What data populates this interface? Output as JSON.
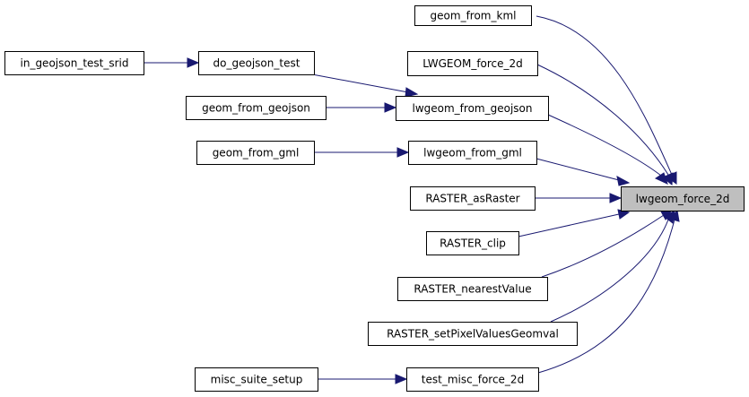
{
  "diagram": {
    "type": "call-graph",
    "colors": {
      "edge": "#191970",
      "focus_fill": "#bfbfbf",
      "node_fill": "#ffffff",
      "node_border": "#000000"
    },
    "nodes": [
      {
        "id": "lwgeom_force_2d",
        "label": "lwgeom_force_2d",
        "focus": true
      },
      {
        "id": "geom_from_kml",
        "label": "geom_from_kml"
      },
      {
        "id": "LWGEOM_force_2d",
        "label": "LWGEOM_force_2d"
      },
      {
        "id": "lwgeom_from_geojson",
        "label": "lwgeom_from_geojson"
      },
      {
        "id": "lwgeom_from_gml",
        "label": "lwgeom_from_gml"
      },
      {
        "id": "RASTER_asRaster",
        "label": "RASTER_asRaster"
      },
      {
        "id": "RASTER_clip",
        "label": "RASTER_clip"
      },
      {
        "id": "RASTER_nearestValue",
        "label": "RASTER_nearestValue"
      },
      {
        "id": "RASTER_setPixelValuesGeomval",
        "label": "RASTER_setPixelValuesGeomval"
      },
      {
        "id": "test_misc_force_2d",
        "label": "test_misc_force_2d"
      },
      {
        "id": "do_geojson_test",
        "label": "do_geojson_test"
      },
      {
        "id": "geom_from_geojson",
        "label": "geom_from_geojson"
      },
      {
        "id": "geom_from_gml",
        "label": "geom_from_gml"
      },
      {
        "id": "misc_suite_setup",
        "label": "misc_suite_setup"
      },
      {
        "id": "in_geojson_test_srid",
        "label": "in_geojson_test_srid"
      }
    ],
    "edges": [
      {
        "from": "geom_from_kml",
        "to": "lwgeom_force_2d"
      },
      {
        "from": "LWGEOM_force_2d",
        "to": "lwgeom_force_2d"
      },
      {
        "from": "lwgeom_from_geojson",
        "to": "lwgeom_force_2d"
      },
      {
        "from": "lwgeom_from_gml",
        "to": "lwgeom_force_2d"
      },
      {
        "from": "RASTER_asRaster",
        "to": "lwgeom_force_2d"
      },
      {
        "from": "RASTER_clip",
        "to": "lwgeom_force_2d"
      },
      {
        "from": "RASTER_nearestValue",
        "to": "lwgeom_force_2d"
      },
      {
        "from": "RASTER_setPixelValuesGeomval",
        "to": "lwgeom_force_2d"
      },
      {
        "from": "test_misc_force_2d",
        "to": "lwgeom_force_2d"
      },
      {
        "from": "do_geojson_test",
        "to": "lwgeom_from_geojson"
      },
      {
        "from": "geom_from_geojson",
        "to": "lwgeom_from_geojson"
      },
      {
        "from": "geom_from_gml",
        "to": "lwgeom_from_gml"
      },
      {
        "from": "misc_suite_setup",
        "to": "test_misc_force_2d"
      },
      {
        "from": "in_geojson_test_srid",
        "to": "do_geojson_test"
      }
    ]
  }
}
